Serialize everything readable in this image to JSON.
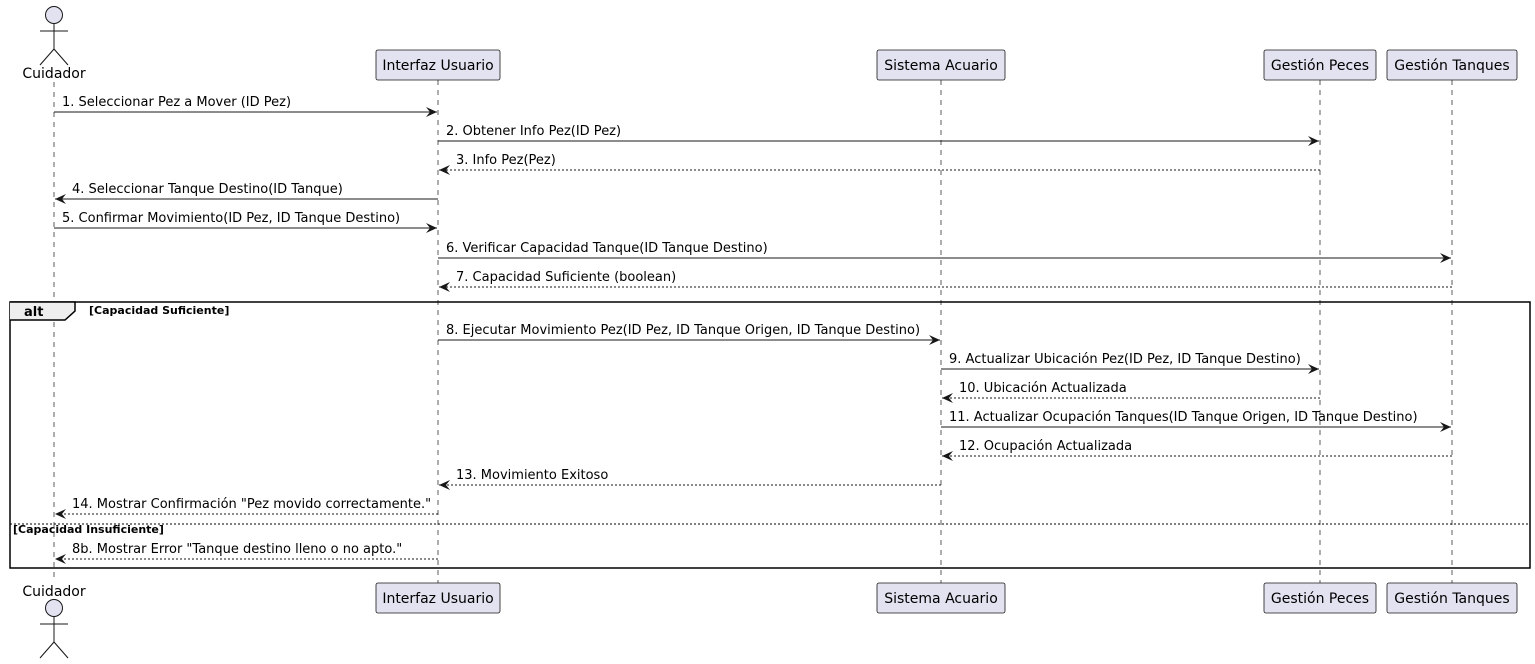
{
  "participants": [
    {
      "id": "cuidador",
      "label": "Cuidador",
      "kind": "actor"
    },
    {
      "id": "interfaz",
      "label": "Interfaz Usuario",
      "kind": "box"
    },
    {
      "id": "sistema",
      "label": "Sistema Acuario",
      "kind": "box"
    },
    {
      "id": "peces",
      "label": "Gestión Peces",
      "kind": "box"
    },
    {
      "id": "tanques",
      "label": "Gestión Tanques",
      "kind": "box"
    }
  ],
  "messages": [
    {
      "from": "cuidador",
      "to": "interfaz",
      "text": "1. Seleccionar Pez a Mover (ID Pez)",
      "style": "solid"
    },
    {
      "from": "interfaz",
      "to": "peces",
      "text": "2. Obtener Info Pez(ID Pez)",
      "style": "solid"
    },
    {
      "from": "peces",
      "to": "interfaz",
      "text": "3. Info Pez(Pez)",
      "style": "dashed"
    },
    {
      "from": "interfaz",
      "to": "cuidador",
      "text": "4. Seleccionar Tanque Destino(ID Tanque)",
      "style": "solid"
    },
    {
      "from": "cuidador",
      "to": "interfaz",
      "text": "5. Confirmar Movimiento(ID Pez, ID Tanque Destino)",
      "style": "solid"
    },
    {
      "from": "interfaz",
      "to": "tanques",
      "text": "6. Verificar Capacidad Tanque(ID Tanque Destino)",
      "style": "solid"
    },
    {
      "from": "tanques",
      "to": "interfaz",
      "text": "7. Capacidad Suficiente (boolean)",
      "style": "dashed"
    },
    {
      "from": "interfaz",
      "to": "sistema",
      "text": "8. Ejecutar Movimiento Pez(ID Pez, ID Tanque Origen, ID Tanque Destino)",
      "style": "solid"
    },
    {
      "from": "sistema",
      "to": "peces",
      "text": "9. Actualizar Ubicación Pez(ID Pez, ID Tanque Destino)",
      "style": "solid"
    },
    {
      "from": "peces",
      "to": "sistema",
      "text": "10. Ubicación Actualizada",
      "style": "dashed"
    },
    {
      "from": "sistema",
      "to": "tanques",
      "text": "11. Actualizar Ocupación Tanques(ID Tanque Origen, ID Tanque Destino)",
      "style": "solid"
    },
    {
      "from": "tanques",
      "to": "sistema",
      "text": "12. Ocupación Actualizada",
      "style": "dashed"
    },
    {
      "from": "sistema",
      "to": "interfaz",
      "text": "13. Movimiento Exitoso",
      "style": "dashed"
    },
    {
      "from": "interfaz",
      "to": "cuidador",
      "text": "14. Mostrar Confirmación \"Pez movido correctamente.\"",
      "style": "dashed"
    },
    {
      "from": "interfaz",
      "to": "cuidador",
      "text": "8b. Mostrar Error \"Tanque destino lleno o no apto.\"",
      "style": "dashed"
    }
  ],
  "alt_fragment": {
    "keyword": "alt",
    "guard_1": "[Capacidad Suficiente]",
    "guard_2": "[Capacidad Insuficiente]"
  },
  "colors": {
    "participant_fill": "#E2E2F0",
    "participant_stroke": "#181818",
    "lifeline": "#181818"
  }
}
